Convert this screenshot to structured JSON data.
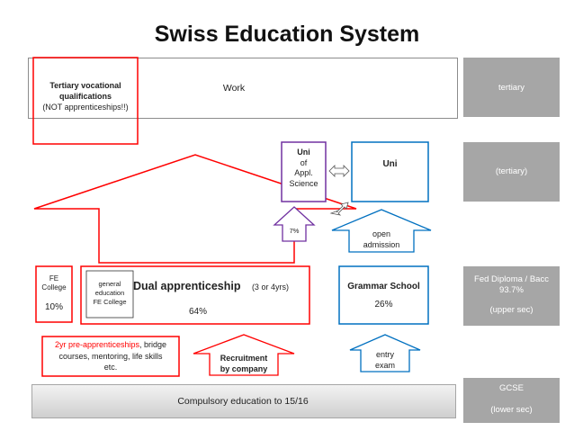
{
  "title": "Swiss Education System",
  "work": {
    "label": "Work",
    "tertiary_vocational": "Tertiary vocational qualifications",
    "not_apprenticeships": "(NOT apprenticeships!!)"
  },
  "uni_appl": {
    "l1": "Uni",
    "l2": "of",
    "l3": "Appl.",
    "l4": "Science"
  },
  "uni": "Uni",
  "seven_pct": "7%",
  "open_admission": {
    "l1": "open",
    "l2": "admission"
  },
  "fe_college": {
    "l1": "FE",
    "l2": "College",
    "pct": "10%"
  },
  "general_education": {
    "l1": "general",
    "l2": "education",
    "l3": "FE College"
  },
  "dual": {
    "label": "Dual apprenticeship",
    "note": "(3 or 4yrs)",
    "pct": "64%"
  },
  "grammar": {
    "label": "Grammar School",
    "pct": "26%"
  },
  "pre_app": {
    "highlight": "2yr pre-apprenticeships",
    "rest1": ", bridge",
    "l2": "courses, mentoring, life skills",
    "l3": "etc."
  },
  "recruitment": {
    "l1": "Recruitment",
    "l2": "by company"
  },
  "entry_exam": {
    "l1": "entry",
    "l2": "exam"
  },
  "compulsory": "Compulsory education to 15/16",
  "side": {
    "tertiary": "tertiary",
    "tertiary2": "(tertiary)",
    "fed_l1": "Fed Diploma / Bacc",
    "fed_l2": "93.7%",
    "fed_l3": "(upper sec)",
    "gcse_l1": "GCSE",
    "gcse_l2": "(lower sec)"
  },
  "colors": {
    "red": "#ff0000",
    "blue": "#0070c0",
    "purple": "#7030a0",
    "gray": "#a6a6a6"
  }
}
